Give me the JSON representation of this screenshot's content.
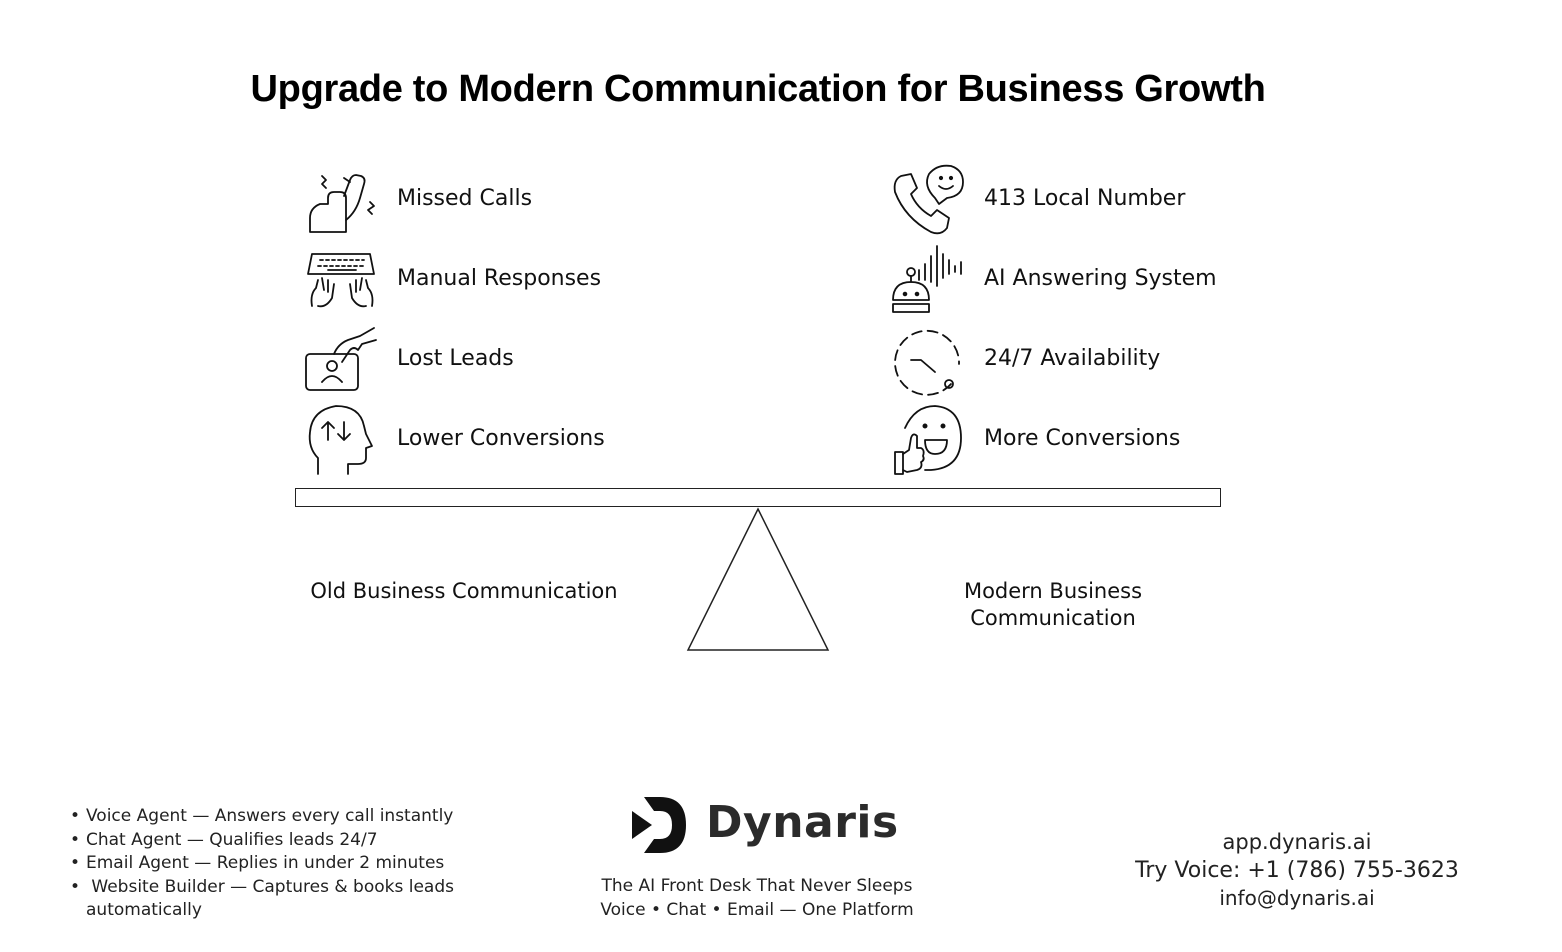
{
  "title": "Upgrade to Modern Communication for Business Growth",
  "old_items": [
    {
      "label": "Missed Calls",
      "icon": "ringing-phone-icon"
    },
    {
      "label": "Manual Responses",
      "icon": "typing-keyboard-icon"
    },
    {
      "label": "Lost Leads",
      "icon": "hand-contact-card-icon"
    },
    {
      "label": "Lower Conversions",
      "icon": "head-arrows-icon"
    }
  ],
  "new_items": [
    {
      "label": "413 Local Number",
      "icon": "phone-chat-icon"
    },
    {
      "label": "AI Answering System",
      "icon": "robot-voice-icon"
    },
    {
      "label": "24/7 Availability",
      "icon": "clock-icon"
    },
    {
      "label": "More Conversions",
      "icon": "smiley-thumbs-up-icon"
    }
  ],
  "left_label": "Old Business Communication",
  "right_label": [
    "Modern Business",
    "Communication"
  ],
  "features": [
    "Voice Agent — Answers every call instantly",
    "Chat Agent — Qualifies leads 24/7",
    "Email Agent — Replies in under 2 minutes",
    " Website Builder — Captures & books leads automatically"
  ],
  "brand": {
    "name": "Dynaris",
    "tagline": "The AI Front Desk That Never Sleeps",
    "channels": "Voice • Chat • Email — One Platform"
  },
  "contact": {
    "website": "app.dynaris.ai",
    "phone": "Try Voice: +1 (786) 755-3623",
    "email": "info@dynaris.ai"
  }
}
